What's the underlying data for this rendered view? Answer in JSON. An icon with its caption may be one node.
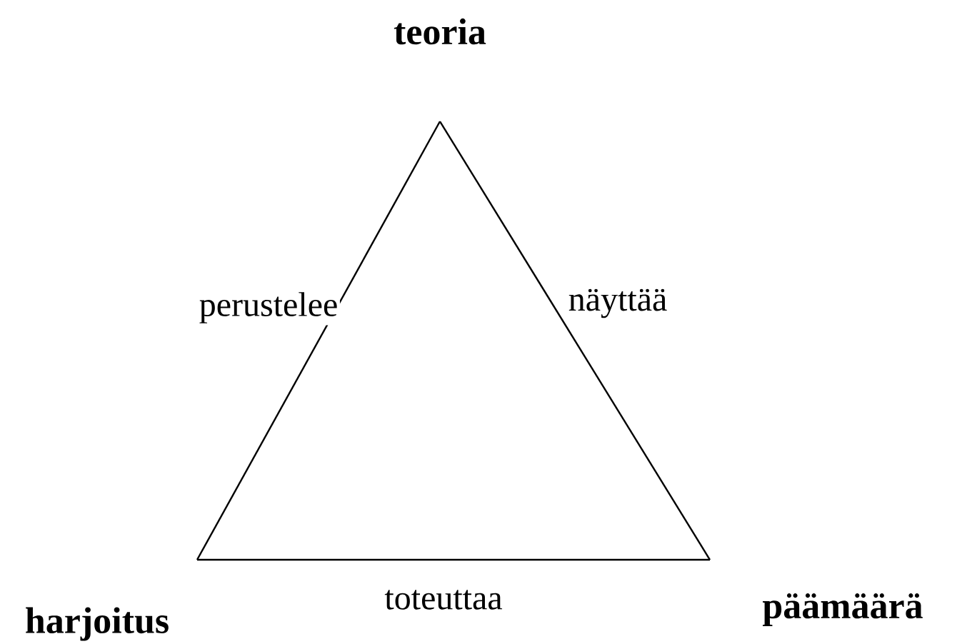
{
  "diagram": {
    "nodes": [
      {
        "text": [
          "teoria"
        ]
      },
      {
        "text": [
          "harjoitus"
        ]
      },
      {
        "text": [
          "päämäärä"
        ]
      }
    ],
    "edges": [
      {
        "from": 0,
        "to": 1,
        "arrow": "none",
        "label": "perustelee"
      },
      {
        "from": 0,
        "to": 2,
        "arrow": "none",
        "label": "näyttää"
      },
      {
        "from": 1,
        "to": 2,
        "arrow": "none",
        "label": "toteuttaa"
      }
    ]
  }
}
